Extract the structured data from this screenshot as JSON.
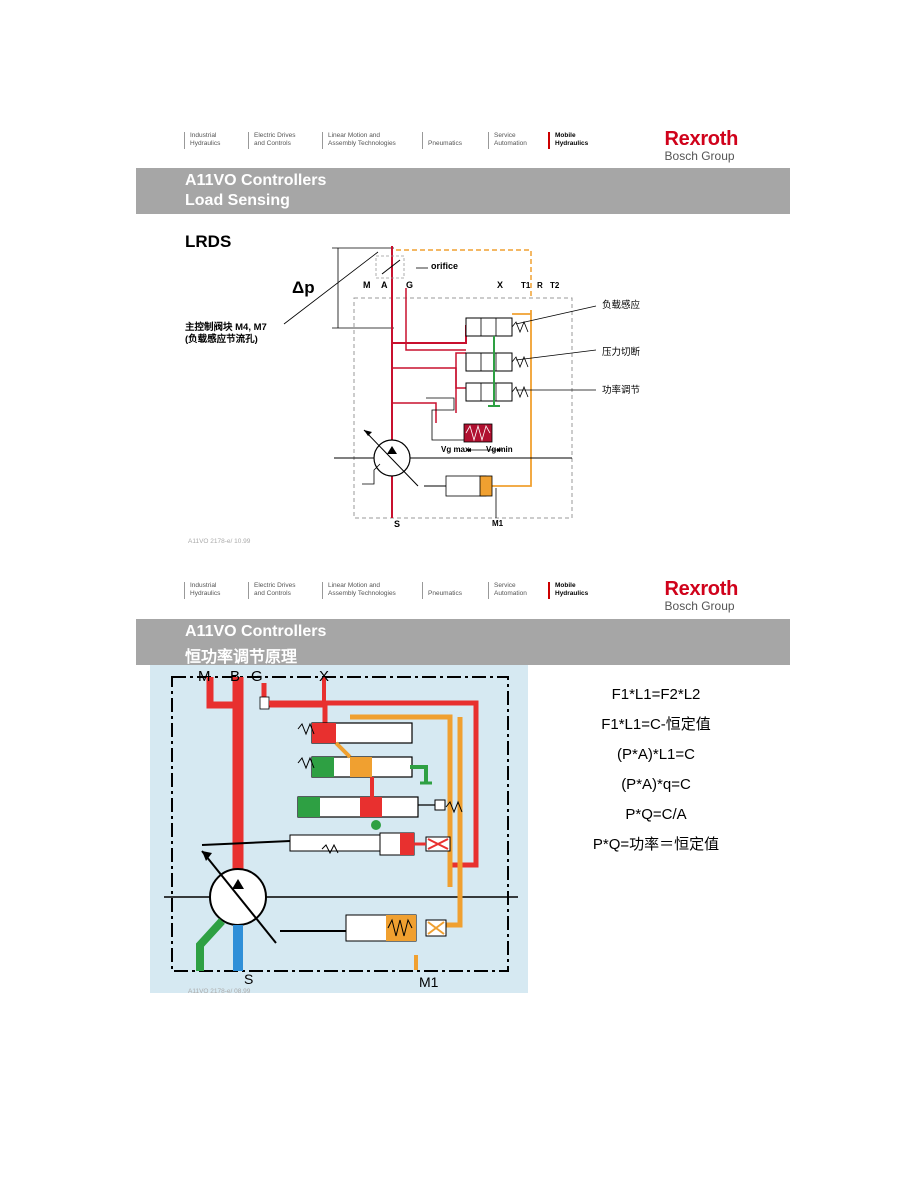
{
  "nav": {
    "items": [
      {
        "label": "Industrial\nHydraulics"
      },
      {
        "label": "Electric Drives\nand Controls"
      },
      {
        "label": "Linear Motion and\nAssembly Technologies"
      },
      {
        "label": "Pneumatics"
      },
      {
        "label": "Service\nAutomation"
      },
      {
        "label": "Mobile\nHydraulics"
      }
    ],
    "active_index": 5
  },
  "logo": {
    "brand": "Rexroth",
    "group": "Bosch Group"
  },
  "slide1": {
    "title_line1": "A11VO Controllers",
    "title_line2": "Load Sensing",
    "heading": "LRDS",
    "footnote": "A11VO 2178-e/ 10.99",
    "labels": {
      "orifice": "orifice",
      "delta_p": "Δp",
      "M": "M",
      "A": "A",
      "G": "G",
      "X": "X",
      "T1": "T1",
      "R": "R",
      "T2": "T2",
      "S": "S",
      "M1": "M1",
      "vg_max": "Vg max",
      "vg_min": "Vg min",
      "main_valve_line1": "主控制阀块 M4, M7",
      "main_valve_line2": "(负载感应节流孔)",
      "load_sensing": "负载感应",
      "pressure_cutoff": "压力切断",
      "power_control": "功率调节"
    }
  },
  "slide2": {
    "title_line1": "A11VO Controllers",
    "title_line2": "恒功率调节原理",
    "footnote": "A11VO 2178-e/ 08.99",
    "labels": {
      "M": "M",
      "B": "B",
      "G": "G",
      "X": "X",
      "S": "S",
      "M1": "M1"
    },
    "formulas": [
      "F1*L1=F2*L2",
      "F1*L1=C-恒定值",
      "(P*A)*L1=C",
      "(P*A)*q=C",
      "P*Q=C/A",
      "P*Q=功率＝恒定值"
    ]
  },
  "colors": {
    "brand_red": "#d0021b",
    "banner_gray": "#a6a6a6",
    "diagram_bg": "#d6e9f2",
    "line_red": "#e8302f",
    "line_orange": "#f0a030",
    "line_green": "#2ea043",
    "line_blue": "#2f8fd8"
  }
}
